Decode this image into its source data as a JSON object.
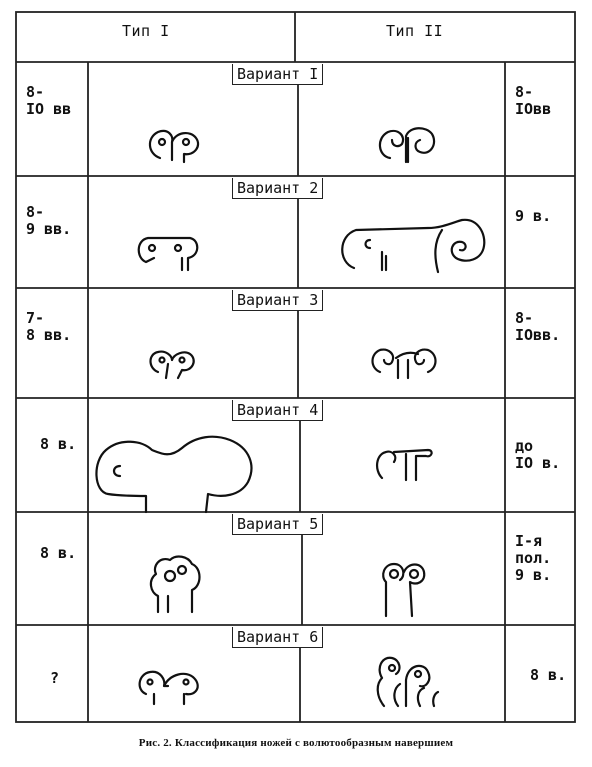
{
  "table": {
    "header": {
      "type1": "Тип I",
      "type2": "Тип II"
    },
    "rows": [
      {
        "variant": "Вариант I",
        "left_date": "8-\nIO вв",
        "right_date": "8-\nIOвв"
      },
      {
        "variant": "Вариант 2",
        "left_date": "8-\n9 вв.",
        "right_date": "9 в."
      },
      {
        "variant": "Вариант 3",
        "left_date": "7-\n8 вв.",
        "right_date": "8-\nIOвв."
      },
      {
        "variant": "Вариант 4",
        "left_date": "8 в.",
        "right_date": "до\nIO в."
      },
      {
        "variant": "Вариант 5",
        "left_date": "8 в.",
        "right_date": "I-я\nпол.\n9 в."
      },
      {
        "variant": "Вариант 6",
        "left_date": "?",
        "right_date": "8 в."
      }
    ]
  },
  "caption": "Рис. 2. Классификация ножей с волютообразным навершием"
}
